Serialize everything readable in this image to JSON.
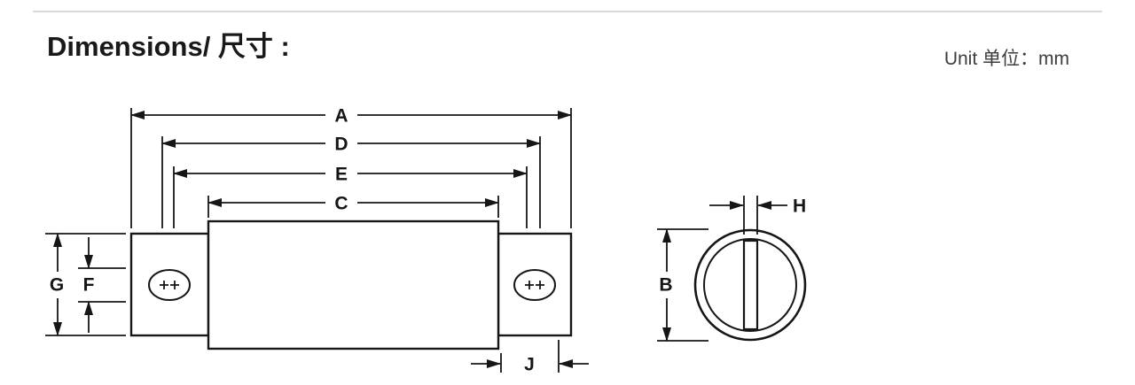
{
  "header": {
    "title": "Dimensions/ 尺寸 :",
    "unit": "Unit 单位：mm"
  },
  "diagram": {
    "labels": {
      "A": "A",
      "B": "B",
      "C": "C",
      "D": "D",
      "E": "E",
      "F": "F",
      "G": "G",
      "H": "H",
      "J": "J"
    },
    "colors": {
      "line": "#161616",
      "divider": "#d9d9d9",
      "muted_text": "#3d3d3d"
    }
  }
}
